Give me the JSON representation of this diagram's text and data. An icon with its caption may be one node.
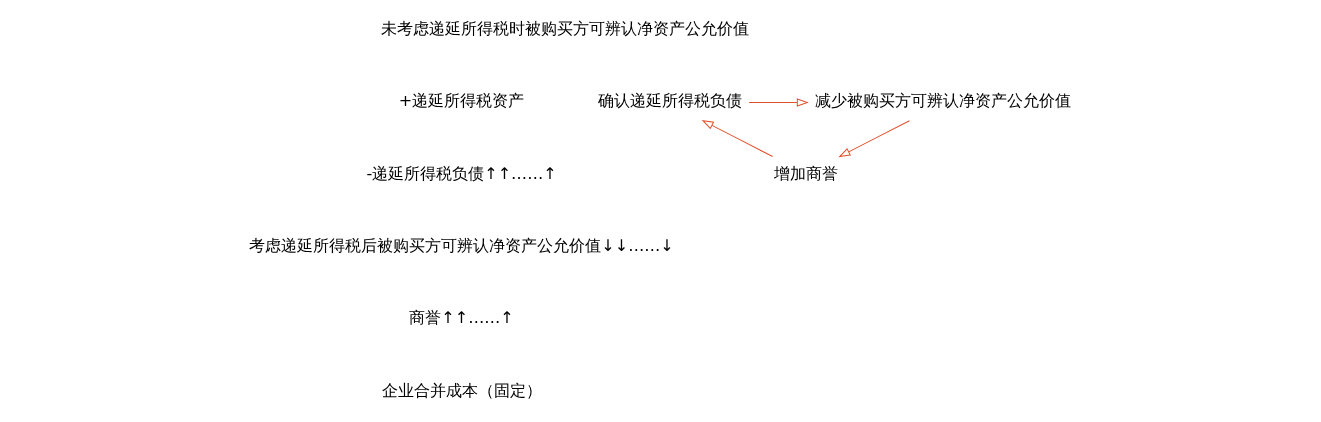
{
  "diagram": {
    "nodes": [
      {
        "text": [
          "确认递延所得税负债"
        ]
      },
      {
        "text": [
          "减少被购买方可辨认净资产公允价值"
        ]
      },
      {
        "text": [
          "增加商誉"
        ]
      }
    ],
    "edges": [
      {
        "from": 0,
        "to": 1,
        "arrow": "to"
      },
      {
        "from": 1,
        "to": 2,
        "arrow": "to"
      },
      {
        "from": 2,
        "to": 0,
        "arrow": "to"
      }
    ],
    "labels": [
      "未考虑递延所得税时被购买方可辨认净资产公允价值",
      "+递延所得税资产",
      "-递延所得税负债↑↑……↑",
      "考虑递延所得税后被购买方可辨认净资产公允价值↓↓……↓",
      "商誉↑↑……↑",
      "企业合并成本（固定）"
    ]
  }
}
